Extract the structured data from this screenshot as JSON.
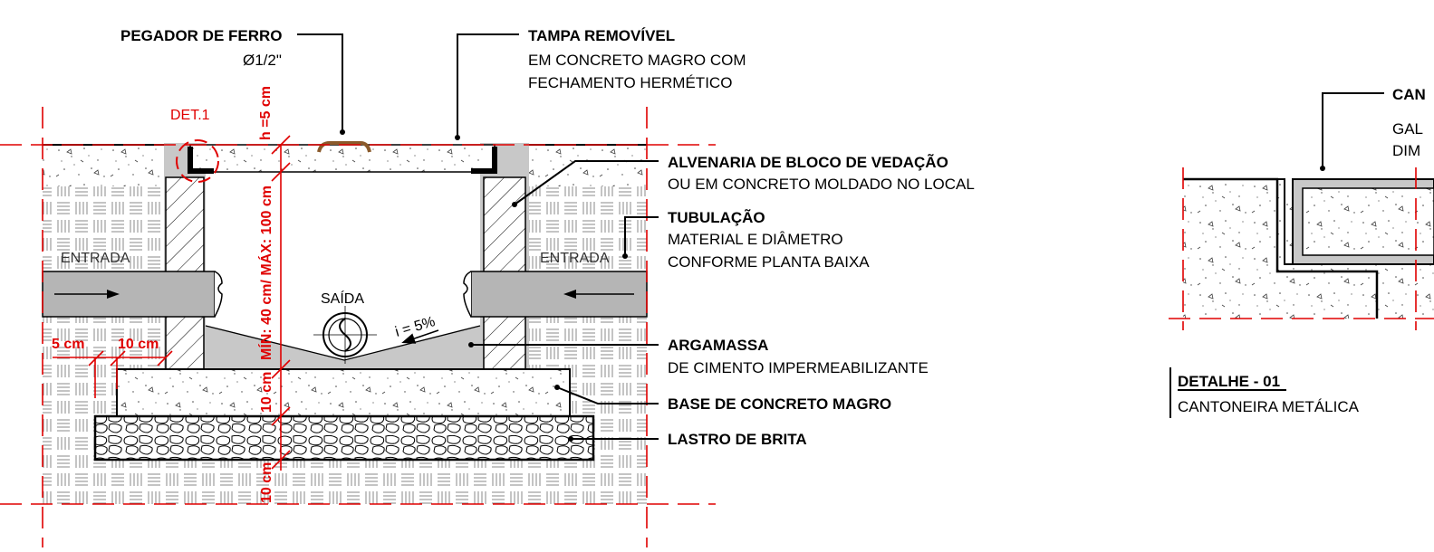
{
  "labels": {
    "pegador_title": "PEGADOR DE FERRO",
    "pegador_sub": "Ø1/2\"",
    "tampa_title": "TAMPA REMOVÍVEL",
    "tampa_sub1": "EM CONCRETO MAGRO COM",
    "tampa_sub2": "FECHAMENTO HERMÉTICO",
    "alvenaria_title": "ALVENARIA DE BLOCO DE VEDAÇÃO",
    "alvenaria_sub": "OU EM CONCRETO MOLDADO NO LOCAL",
    "tubulacao_title": "TUBULAÇÃO",
    "tubulacao_sub1": "MATERIAL E DIÂMETRO",
    "tubulacao_sub2": "CONFORME PLANTA BAIXA",
    "argamassa_title": "ARGAMASSA",
    "argamassa_sub": "DE CIMENTO IMPERMEABILIZANTE",
    "base_title": "BASE DE CONCRETO MAGRO",
    "lastro_title": "LASTRO DE BRITA",
    "det1": "DET.1",
    "entrada_left": "ENTRADA",
    "entrada_right": "ENTRADA",
    "saida": "SAÍDA",
    "slope": "i = 5%",
    "dim_h": "h =5 cm",
    "dim_depth": "MÍN: 40 cm/ MÁX: 100 cm",
    "dim_base": "10 cm",
    "dim_lastro": "10 cm",
    "dim_5cm": "5 cm",
    "dim_10cm": "10 cm",
    "right_title_trunc": "CAN",
    "right_sub1_trunc": "GAL",
    "right_sub2_trunc": "DIM",
    "detail_title": "DETALHE - 01",
    "detail_sub": "CANTONEIRA METÁLICA"
  },
  "colors": {
    "dimension_red": "#e00000",
    "pipe_gray": "#b5b5b5",
    "soil_pattern": "#777777"
  }
}
